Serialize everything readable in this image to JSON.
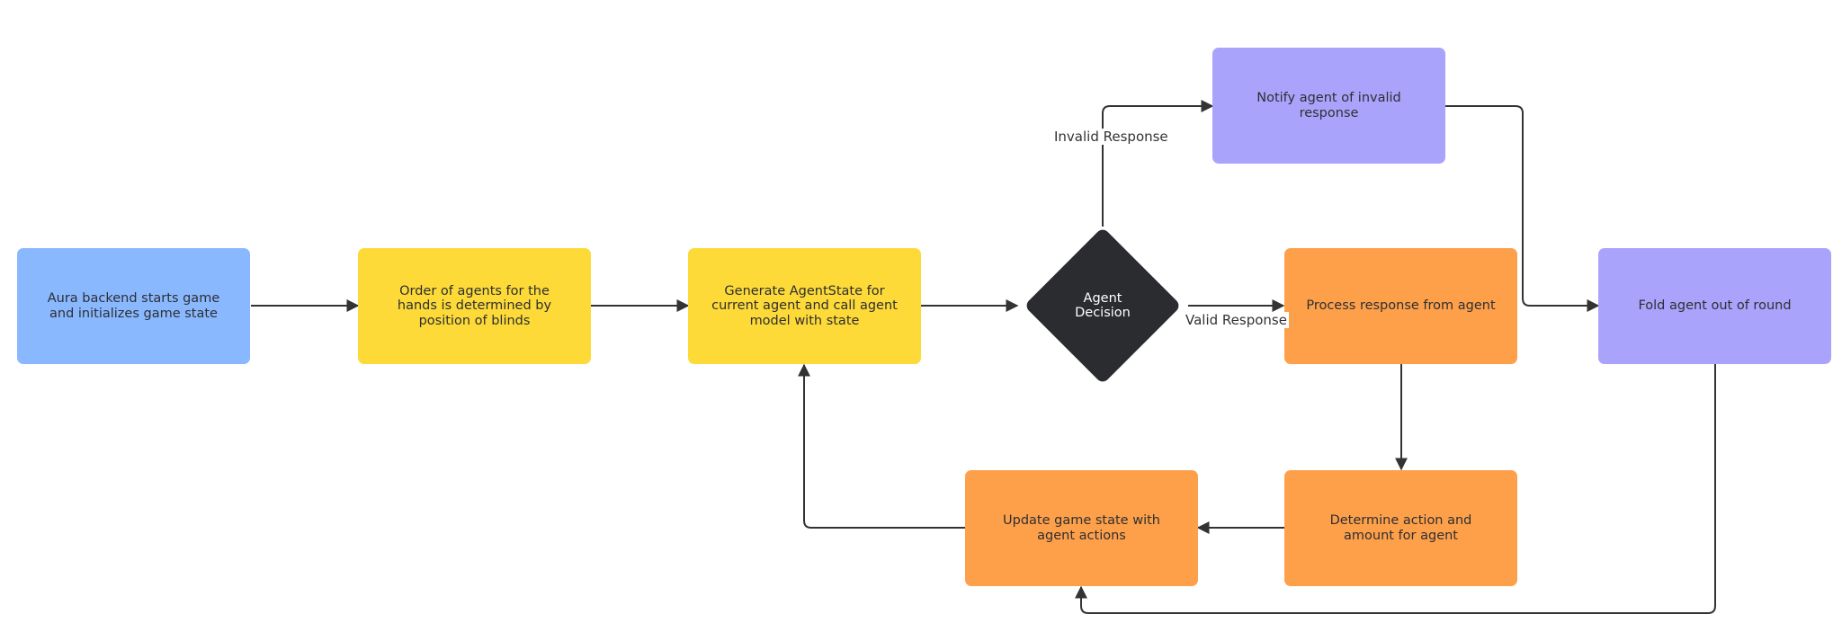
{
  "nodes": {
    "start": "Aura backend starts game and initializes game state",
    "order": "Order of agents for the hands is determined by position of blinds",
    "generate": "Generate AgentState for current agent and call agent model with state",
    "decision": "Agent Decision",
    "notify": "Notify agent of invalid response",
    "process": "Process response from agent",
    "fold": "Fold agent out of round",
    "determine": "Determine action and amount for agent",
    "update": "Update game state with agent actions"
  },
  "edges": {
    "invalid_label": "Invalid Response",
    "valid_label": "Valid Response"
  },
  "colors": {
    "start": "#89b8ff",
    "order": "#fdda38",
    "generate": "#fdda38",
    "decision": "#2b2c30",
    "notify": "#aaa3fb",
    "process": "#fea04a",
    "fold": "#aaa3fb",
    "determine": "#fea04a",
    "update": "#fea04a",
    "connector": "#333333"
  }
}
